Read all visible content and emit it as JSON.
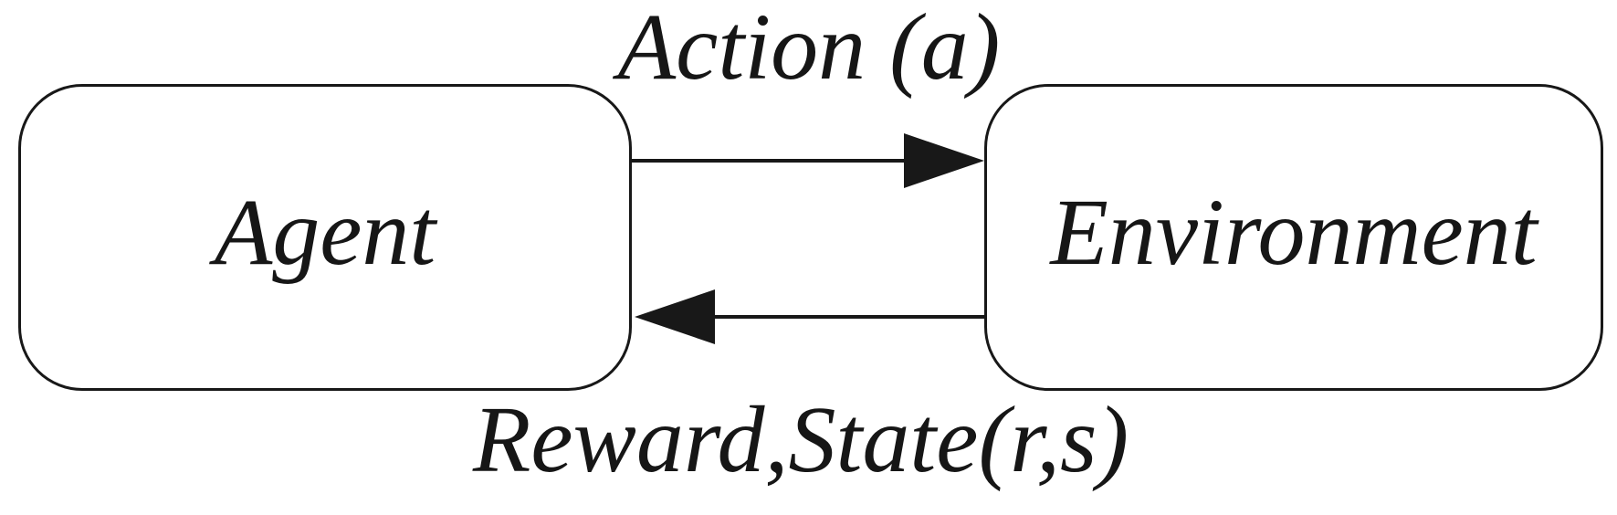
{
  "diagram": {
    "type": "flow-diagram",
    "topic": "reinforcement-learning-loop",
    "nodes": [
      {
        "id": "agent",
        "label": "Agent"
      },
      {
        "id": "environment",
        "label": "Environment"
      }
    ],
    "edges": [
      {
        "from": "agent",
        "to": "environment",
        "label": "Action (a)",
        "direction": "right",
        "position": "top"
      },
      {
        "from": "environment",
        "to": "agent",
        "label": "Reward,State(r,s)",
        "direction": "left",
        "position": "bottom"
      }
    ],
    "colors": {
      "stroke": "#181818",
      "text": "#161616",
      "background": "#ffffff"
    }
  }
}
